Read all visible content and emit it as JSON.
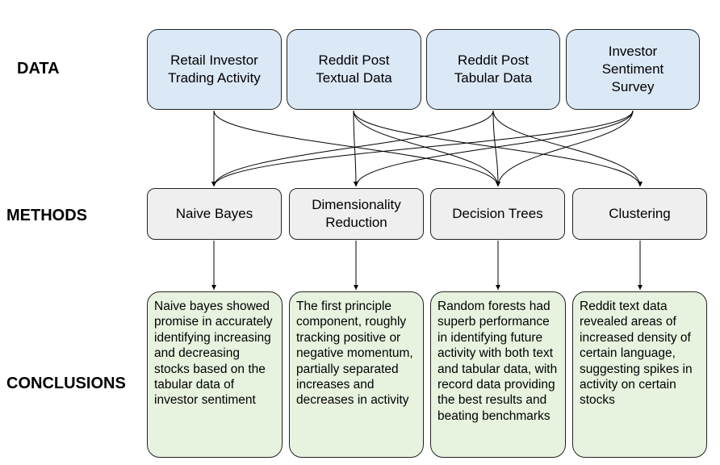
{
  "rows": {
    "data": "DATA",
    "methods": "METHODS",
    "conclusions": "CONCLUSIONS"
  },
  "data_sources": [
    {
      "id": "retail",
      "label": "Retail Investor\nTrading Activity"
    },
    {
      "id": "reddit-text",
      "label": "Reddit Post\nTextual Data"
    },
    {
      "id": "reddit-tabular",
      "label": "Reddit Post\nTabular Data"
    },
    {
      "id": "survey",
      "label": "Investor\nSentiment\nSurvey"
    }
  ],
  "methods": [
    {
      "id": "naive-bayes",
      "label": "Naive Bayes"
    },
    {
      "id": "dim-reduction",
      "label": "Dimensionality\nReduction"
    },
    {
      "id": "decision-trees",
      "label": "Decision Trees"
    },
    {
      "id": "clustering",
      "label": "Clustering"
    }
  ],
  "conclusions": [
    {
      "id": "naive-bayes",
      "text": "Naive bayes showed promise in accurately identifying increasing and decreasing stocks based on the tabular data of investor sentiment"
    },
    {
      "id": "dim-reduction",
      "text": "The first principle component, roughly tracking positive or negative momentum, partially separated increases and decreases in activity"
    },
    {
      "id": "decision-trees",
      "text": "Random forests had superb performance in identifying future activity with both text and tabular data, with record data providing the best results and beating benchmarks"
    },
    {
      "id": "clustering",
      "text": "Reddit text data revealed areas of increased density of certain language, suggesting spikes in activity on certain stocks"
    }
  ],
  "connections": [
    {
      "from": "retail",
      "to": "naive-bayes"
    },
    {
      "from": "retail",
      "to": "decision-trees"
    },
    {
      "from": "reddit-text",
      "to": "dim-reduction"
    },
    {
      "from": "reddit-text",
      "to": "decision-trees"
    },
    {
      "from": "reddit-text",
      "to": "clustering"
    },
    {
      "from": "reddit-tabular",
      "to": "naive-bayes"
    },
    {
      "from": "reddit-tabular",
      "to": "decision-trees"
    },
    {
      "from": "reddit-tabular",
      "to": "clustering"
    },
    {
      "from": "survey",
      "to": "naive-bayes"
    },
    {
      "from": "survey",
      "to": "dim-reduction"
    },
    {
      "from": "survey",
      "to": "decision-trees"
    }
  ]
}
